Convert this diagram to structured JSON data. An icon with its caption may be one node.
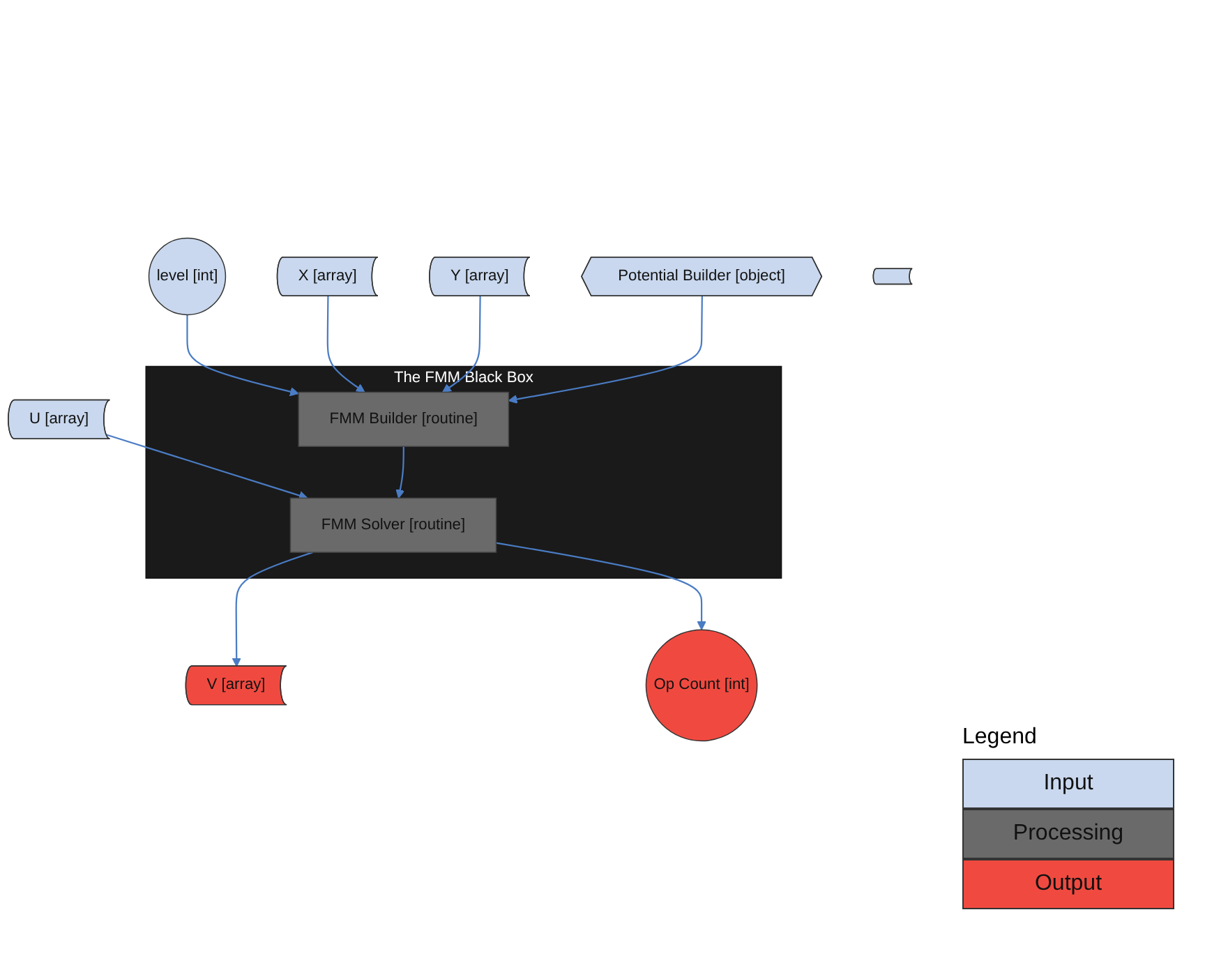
{
  "diagram": {
    "nodes": [
      {
        "text": [
          "level [int]"
        ]
      },
      {
        "text": [
          "X [array]"
        ]
      },
      {
        "text": [
          "Y [array]"
        ]
      },
      {
        "text": [
          "Potential Builder [object]"
        ]
      },
      {
        "text": [
          "U [array]"
        ]
      },
      {
        "text": [],
        "shape": "box"
      },
      {
        "text": [
          "The FMM Black Box"
        ]
      },
      {
        "text": [
          "FMM Builder [routine]"
        ],
        "in": 6
      },
      {
        "text": [
          "FMM Solver [routine]"
        ],
        "in": 6
      },
      {
        "text": [
          "V [array]"
        ]
      },
      {
        "text": [
          "Op Count [int]"
        ]
      }
    ],
    "edges": [
      {
        "from": 0,
        "to": 7,
        "arrow": "to"
      },
      {
        "from": 1,
        "to": 7,
        "arrow": "to"
      },
      {
        "from": 2,
        "to": 7,
        "arrow": "to"
      },
      {
        "from": 3,
        "to": 7,
        "arrow": "to"
      },
      {
        "from": 4,
        "to": 8,
        "arrow": "to"
      },
      {
        "from": 7,
        "to": 8,
        "arrow": "to"
      },
      {
        "from": 8,
        "to": 9,
        "arrow": "to"
      },
      {
        "from": 8,
        "to": 10,
        "arrow": "to"
      }
    ],
    "labels": [
      "Legend"
    ],
    "legend": [
      {
        "text": "Input",
        "color": "#c9d8ee"
      },
      {
        "text": "Processing",
        "color": "#6a6a6a"
      },
      {
        "text": "Output",
        "color": "#f04a40"
      }
    ]
  }
}
